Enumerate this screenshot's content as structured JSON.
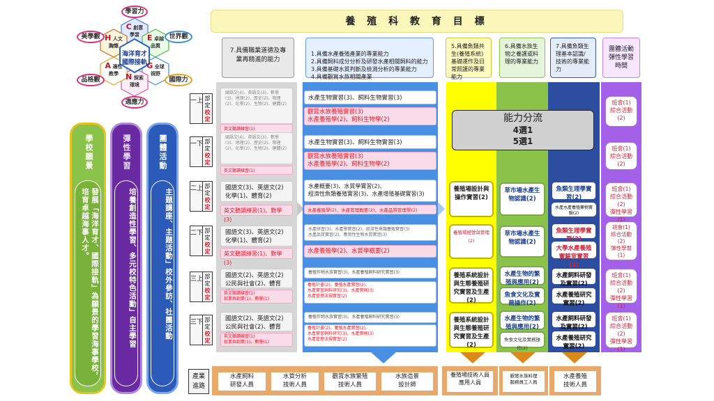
{
  "title": "養 殖 科 教 育 目 標",
  "core": {
    "center_line1": "海洋育才",
    "center_line2": "國際接軌",
    "petals": [
      {
        "letter": "C",
        "text": "創意學習"
      },
      {
        "letter": "E",
        "text": "卓越品質"
      },
      {
        "letter": "G",
        "text": "全球視野"
      },
      {
        "letter": "N",
        "text": "探索環境"
      },
      {
        "letter": "A",
        "text": "適性教學"
      },
      {
        "letter": "H",
        "text": "人文胸懷"
      }
    ],
    "ovals": [
      "學習力",
      "世界觀",
      "國際力",
      "適應力",
      "品格觀",
      "美學觀"
    ]
  },
  "vertical_columns": [
    {
      "title": "學校願景",
      "body": "發展「海洋育才、國際接軌」為願景的學習海事學校，培育卓越海事人才。"
    },
    {
      "title": "彈性學習",
      "body": "培養創造性學習、多元校特色活動」自主學習"
    },
    {
      "title": "團體活動",
      "body": "主題講座、主題活動」校外參訪、社團活動"
    }
  ],
  "headers": [
    {
      "text": "7.具備職業道德及專業再精進的能力"
    },
    {
      "text": "1.具備水產養殖產業的專業能力\n2.具備飼料成分分析及研發水產相關飼料的能力\n3.具備基礎水質判斷及檢測分析的專業能力\n4.具備觀賞水族相關產業"
    },
    {
      "text": "5.具備魚類共生(養殖系統)基礎運作及日常照護的專業能力"
    },
    {
      "text": "6.具備水族生物之養護或料理的專業能力"
    },
    {
      "text": "7.具備魚類生理基本認識/技術的專業能力"
    },
    {
      "text": "團體活動彈性學習時間"
    }
  ],
  "rows": [
    {
      "grade": "一上",
      "req": [
        "部",
        "定",
        "校",
        "定"
      ],
      "core": [
        "國語文(4)、英語文(3)、數學(3)、地理(2)、歷史(2)、物理(2)、化學(2)、生物(2)、健體(2)",
        "英文聽讀練習(1)"
      ],
      "pro": [
        "水產生物實習(3)、飼料生物實習(3)",
        "觀賞水族養殖實習(3)",
        "水產養殖學(2)、飼料生物學(2)"
      ]
    },
    {
      "grade": "一下",
      "req": [
        "部",
        "定",
        "校",
        "定"
      ],
      "core": [
        "國語文(4)、英語文(3)、數學(3)、地理(2)、歷史(2)、物理(2)、化學(2)、生物(2)、健體(2)",
        "英文聽讀練習(1)"
      ],
      "pro": [
        "水產生物實習(3)、飼料生物實習(3)",
        "觀賞水族養殖實習(3)",
        "水產養殖學(2)、飼料生物學(2)"
      ]
    },
    {
      "grade": "二上",
      "req": [
        "部",
        "定",
        "校",
        "定"
      ],
      "core": [
        "國語文(3)、英語文(2)",
        "化學(1)、體育(2)",
        "英文聽讀練習(1)、數學(3)"
      ],
      "pro": [
        "水產概要(3)、水質學實習(2)、",
        "經濟性魚類養殖實習(3)、水產增殖基礎實習(3)",
        "水產養殖學(2)、水產管理概要(2)、水產品質管理學(2)"
      ]
    },
    {
      "grade": "二下",
      "req": [
        "部",
        "定",
        "校",
        "定"
      ],
      "core": [
        "國語文(3)、英語文(2)",
        "化學(1)、體育(2)",
        "英文聽讀練習(1)、數學(3)"
      ],
      "pro": [
        "水產研習(3)、水產學實習(2)、經濟性魚類養殖實習(3)",
        "水產品質實習(2)、應用性生物水質實習(3)",
        "水產養殖學(2)、水質學概要(2)"
      ]
    },
    {
      "grade": "三上",
      "req": [
        "部",
        "定",
        "校",
        "定"
      ],
      "core": [
        "國語文(2)、英語文(2)",
        "公民與社會(2)、體育(1)、",
        "英文聽讀練習(1)",
        "就業與創業(1)、數學(1)"
      ],
      "pro": [
        "養殖作物水族實習(3)、水產養殖飼料研究實習(3)",
        "養殖計畫(2)、養殖水產實習(2)、",
        "水產實習飼料研究(3)、水產實務(3)",
        "水產管理法規實習(2)"
      ]
    },
    {
      "grade": "三下",
      "req": [
        "部",
        "定",
        "校",
        "定"
      ],
      "core": [
        "國語文(2)、英語文(2)",
        "公民與社會(2)、體育(1)、",
        "英文聽讀練習(1)",
        "就業與創業(1)、數學(1)"
      ],
      "pro": [
        "養殖作物水族實習(3)、水產養殖飼料研究實習(3)",
        "養殖計畫(2)、養殖水產實習(2)、",
        "水產實習飼料研究(3)、水產實務(3)",
        "水產管理法規實習(2)"
      ]
    }
  ],
  "ability_box": {
    "title": "能力分流",
    "line1": "4選1",
    "line2": "5選1"
  },
  "yellow_col": [
    "養殖場設計與操作實習(2)",
    "養殖場經營與管理(2)",
    "養殖系統設計與生態養殖研究實習及生產(2)",
    "養殖系統設計與生態養殖研究實習及生產(2)"
  ],
  "green_col": [
    "草市場水產生物認識(2)",
    "草市場水產生物認識(2)",
    "水產生物的繁殖與應用(2)",
    "魚食文化及實務操作(2)",
    "水產生物的繁殖與應用(2)",
    "魚食文化及實務操作(2)"
  ],
  "navy_col": [
    "魚類生理學實習(2)",
    "水產水產養殖藥物實驗(2)",
    "魚類生理學實習(2)",
    "大學水產養殖實驗室實習(2)",
    "水產飼料研發及實習(2)",
    "水產養殖研究實習(2)",
    "水產飼料研發及實習(2)",
    "水產養殖研究實習(2)"
  ],
  "purple_col": [
    "班會(1)\n綜合活動(2)",
    "班會(1)\n綜合活動(2)",
    "班會(1)\n綜合活動(2)\n彈性學習(1)",
    "班會(1)\n綜合活動\n(2)\n彈性學習\n(1)",
    "班會(1)\n綜合活動(2)\n彈性學習(1)",
    "班會(1)\n綜合活動(2)\n彈性學習(1)"
  ],
  "bottom": {
    "label": "產業\n進路",
    "careers": [
      "水產飼料\n研發人員",
      "水質分析\n技術人員",
      "觀賞水族繁殖\n技術人員",
      "水族造景\n設計師",
      "養殖場技術人員\n應用人員",
      "觀賞水族料理\n服務員工人員",
      "水產養殖\n技術人員"
    ]
  }
}
